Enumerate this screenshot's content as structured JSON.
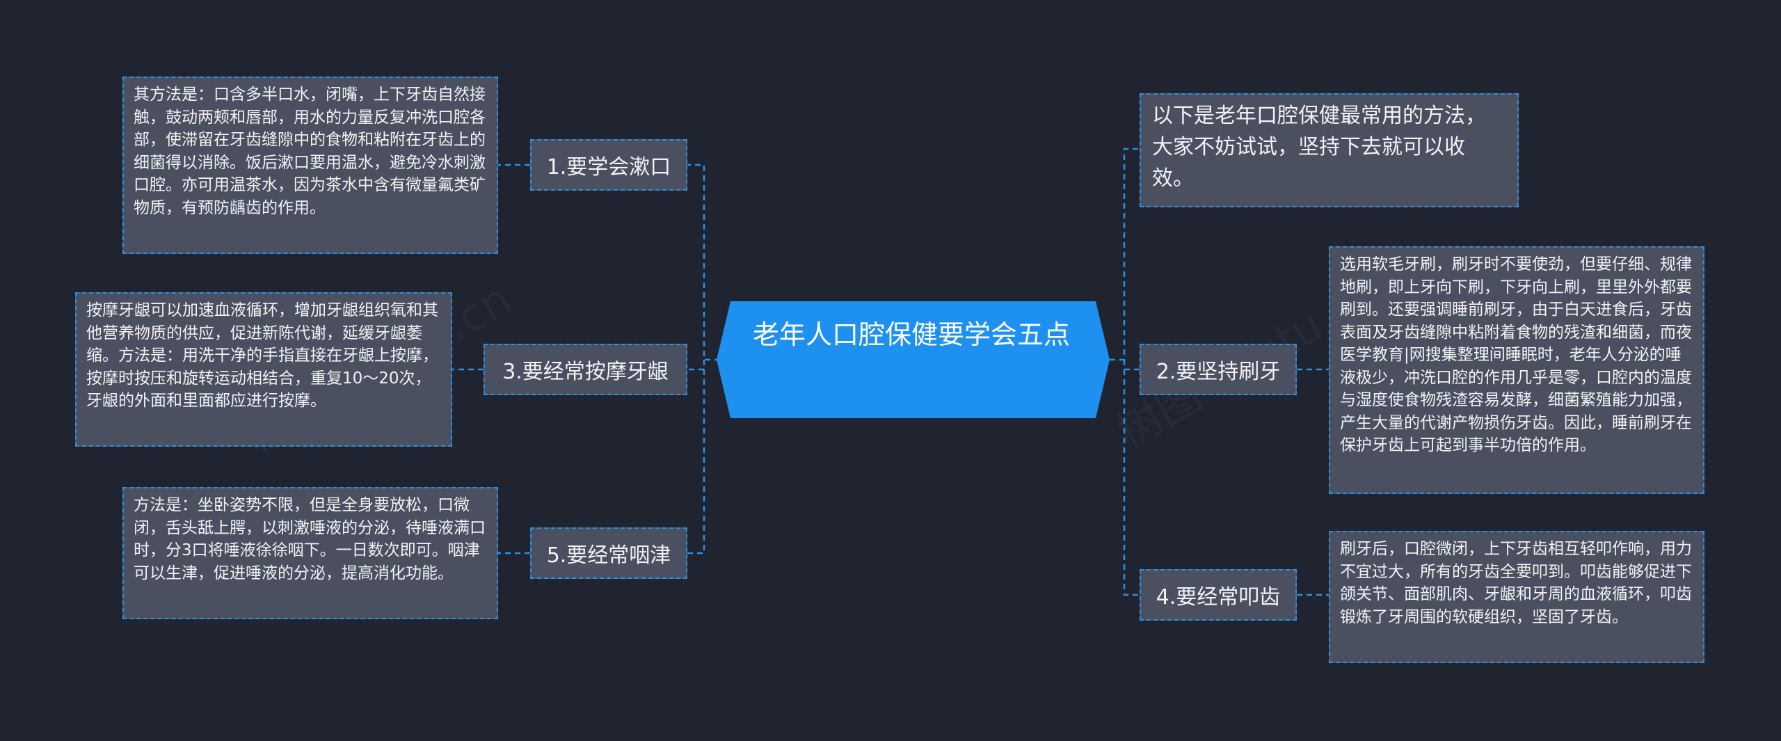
{
  "root": {
    "title": "老年人口腔保健要学会五点"
  },
  "intro": {
    "text": "以下是老年口腔保健最常用的方法，大家不妨试试，坚持下去就可以收效。"
  },
  "branches": [
    {
      "label": "1.要学会漱口",
      "detail": "其方法是：口含多半口水，闭嘴，上下牙齿自然接触，鼓动两颊和唇部，用水的力量反复冲洗口腔各部，使滞留在牙齿缝隙中的食物和粘附在牙齿上的细菌得以消除。饭后漱口要用温水，避免冷水刺激口腔。亦可用温茶水，因为茶水中含有微量氟类矿物质，有预防龋齿的作用。"
    },
    {
      "label": "2.要坚持刷牙",
      "detail": "选用软毛牙刷，刷牙时不要使劲，但要仔细、规律地刷，即上牙向下刷，下牙向上刷，里里外外都要刷到。还要强调睡前刷牙，由于白天进食后，牙齿表面及牙齿缝隙中粘附着食物的残渣和细菌，而夜医学教育|网搜集整理间睡眠时，老年人分泌的唾液极少，冲洗口腔的作用几乎是零，口腔内的温度与湿度使食物残渣容易发酵，细菌繁殖能力加强，产生大量的代谢产物损伤牙齿。因此，睡前刷牙在保护牙齿上可起到事半功倍的作用。"
    },
    {
      "label": "3.要经常按摩牙龈",
      "detail": "按摩牙龈可以加速血液循环，增加牙龈组织氧和其他营养物质的供应，促进新陈代谢，延缓牙龈萎缩。方法是：用洗干净的手指直接在牙龈上按摩，按摩时按压和旋转运动相结合，重复10～20次，牙龈的外面和里面都应进行按摩。"
    },
    {
      "label": "4.要经常叩齿",
      "detail": "刷牙后，口腔微闭，上下牙齿相互轻叩作响，用力不宜过大，所有的牙齿全要叩到。叩齿能够促进下颌关节、面部肌肉、牙龈和牙周的血液循环，叩齿锻炼了牙周围的软硬组织，坚固了牙齿。"
    },
    {
      "label": "5.要经常咽津",
      "detail": "方法是：坐卧姿势不限，但是全身要放松，口微闭，舌头舐上腭，以刺激唾液的分泌，待唾液满口时，分3口将唾液徐徐咽下。一日数次即可。咽津可以生津，促进唾液的分泌，提高消化功能。"
    }
  ],
  "watermark": {
    "text": "树图 shutu.cn"
  },
  "colors": {
    "background": "#1f2430",
    "root_fill": "#1e90f0",
    "node_fill": "#4b5060",
    "connector": "#2f8fe0",
    "text": "#f2f3f5"
  }
}
